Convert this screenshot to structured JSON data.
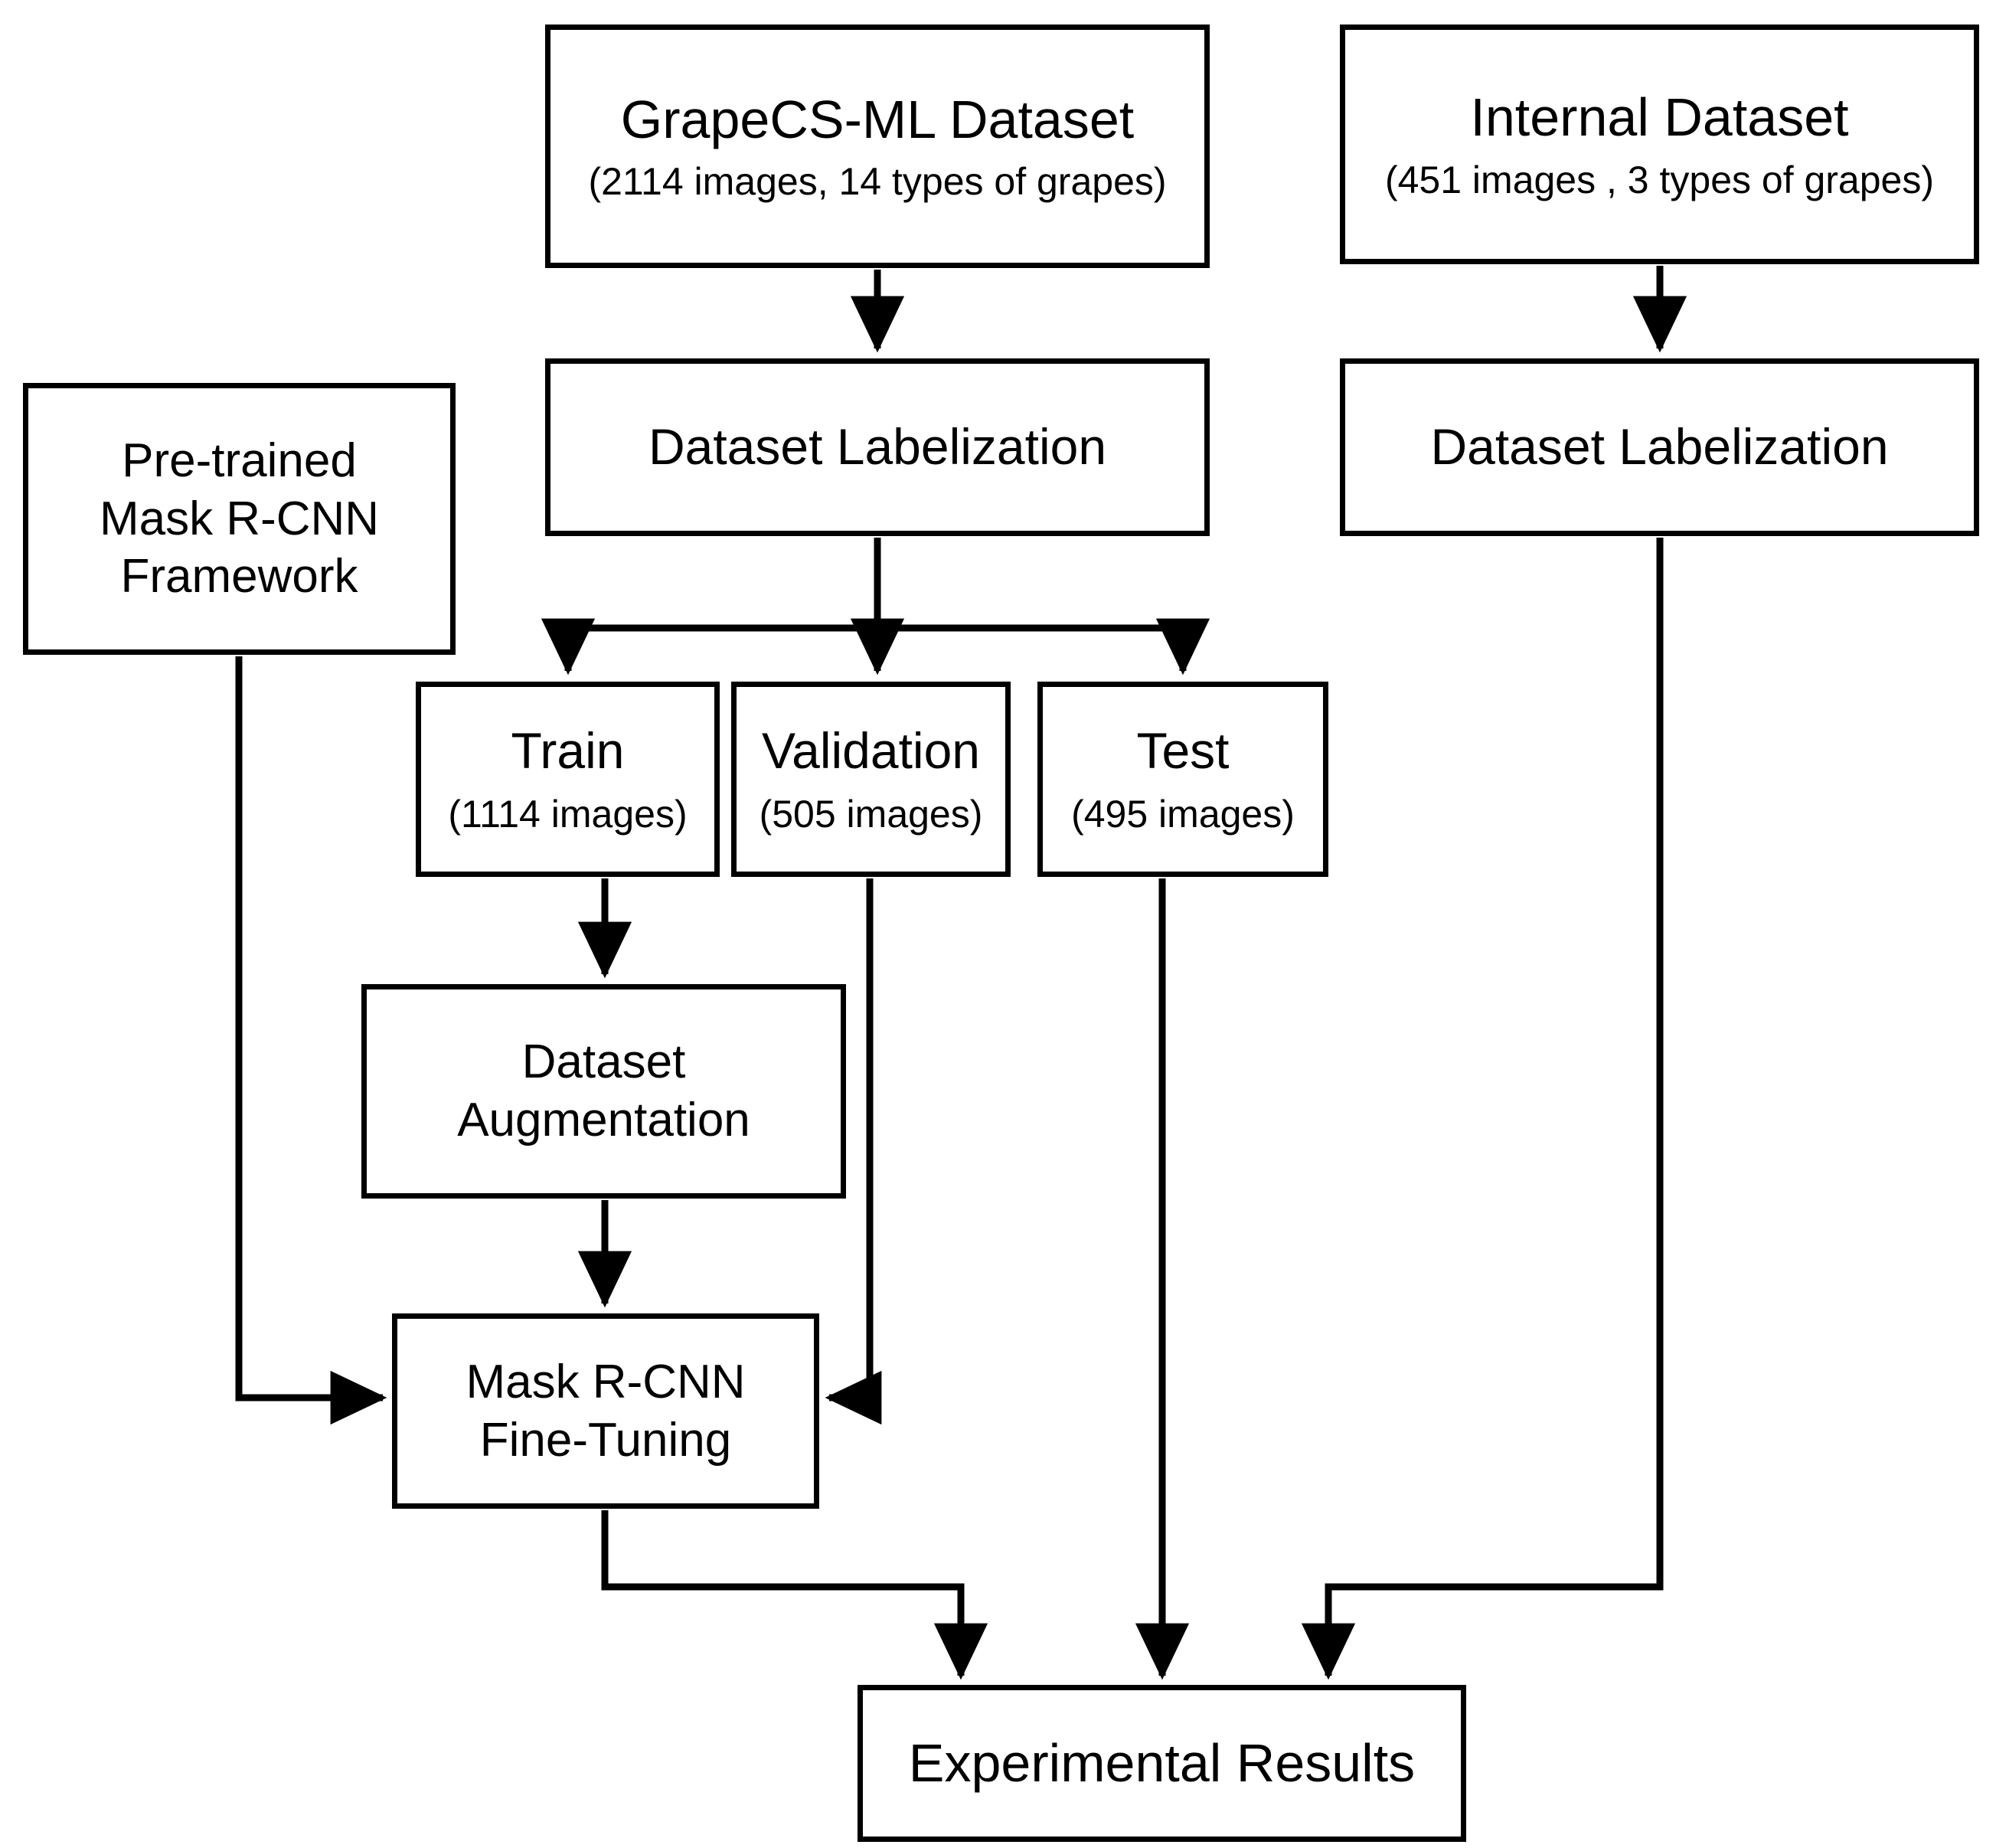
{
  "diagram": {
    "title": "Mask R-CNN grape dataset training pipeline flowchart",
    "stroke_color": "#000000",
    "background_color": "#ffffff",
    "nodes": {
      "grapecs_dataset": {
        "title": "GrapeCS-ML Dataset",
        "subtitle": "(2114 images, 14 types of grapes)"
      },
      "internal_dataset": {
        "title": "Internal Dataset",
        "subtitle": "(451 images , 3 types of grapes)"
      },
      "labelization_left": {
        "title": "Dataset Labelization"
      },
      "labelization_right": {
        "title": "Dataset Labelization"
      },
      "pretrained_framework": {
        "line1": "Pre-trained",
        "line2": "Mask R-CNN",
        "line3": "Framework"
      },
      "train": {
        "title": "Train",
        "subtitle": "(1114 images)"
      },
      "validation": {
        "title": "Validation",
        "subtitle": "(505 images)"
      },
      "test": {
        "title": "Test",
        "subtitle": "(495 images)"
      },
      "dataset_augmentation": {
        "line1": "Dataset",
        "line2": "Augmentation"
      },
      "mask_rcnn_finetuning": {
        "line1": "Mask R-CNN",
        "line2": "Fine-Tuning"
      },
      "experimental_results": {
        "title": "Experimental Results"
      }
    },
    "edges": [
      {
        "from": "grapecs_dataset",
        "to": "labelization_left"
      },
      {
        "from": "internal_dataset",
        "to": "labelization_right"
      },
      {
        "from": "labelization_left",
        "to": "train"
      },
      {
        "from": "labelization_left",
        "to": "validation"
      },
      {
        "from": "labelization_left",
        "to": "test"
      },
      {
        "from": "train",
        "to": "dataset_augmentation"
      },
      {
        "from": "dataset_augmentation",
        "to": "mask_rcnn_finetuning"
      },
      {
        "from": "pretrained_framework",
        "to": "mask_rcnn_finetuning"
      },
      {
        "from": "validation",
        "to": "mask_rcnn_finetuning"
      },
      {
        "from": "mask_rcnn_finetuning",
        "to": "experimental_results"
      },
      {
        "from": "test",
        "to": "experimental_results"
      },
      {
        "from": "labelization_right",
        "to": "experimental_results"
      }
    ]
  }
}
